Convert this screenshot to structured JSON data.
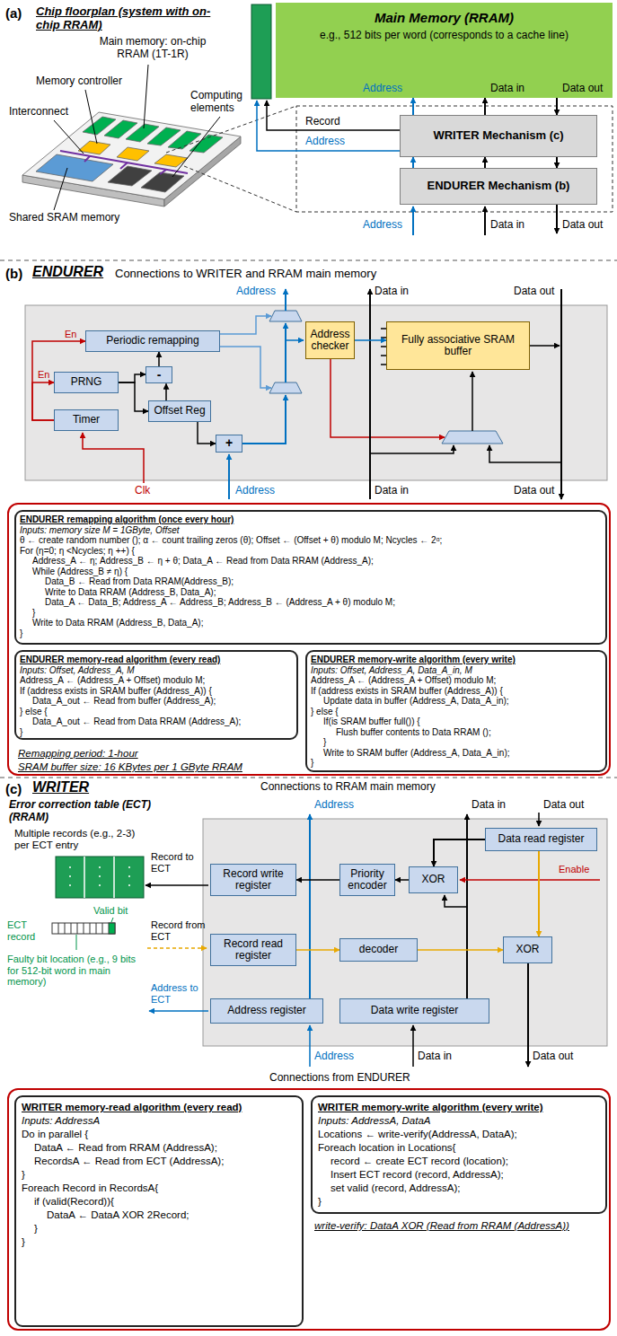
{
  "diagram": {
    "nodes": [
      {
        "text": [
          "Main Memory (RRAM)",
          "e.g., 512 bits per word (corresponds to a cache line)"
        ]
      },
      {
        "text": [
          "WRITER Mechanism (c)"
        ]
      },
      {
        "text": [
          "ENDURER Mechanism (b)"
        ]
      },
      {
        "text": [
          "Periodic remapping"
        ]
      },
      {
        "text": [
          "PRNG"
        ]
      },
      {
        "text": [
          "Timer"
        ]
      },
      {
        "text": [
          "-"
        ]
      },
      {
        "text": [
          "Offset Reg"
        ]
      },
      {
        "text": [
          "+"
        ]
      },
      {
        "text": [
          "Address checker"
        ]
      },
      {
        "text": [
          "Fully associative SRAM buffer"
        ]
      },
      {
        "text": [
          "Remapping period: 1-hour",
          "SRAM buffer size: 16 KBytes per 1 GByte RRAM"
        ]
      },
      {
        "text": [
          "ENDURER remapping algorithm (once every hour)",
          "Inputs: memory size M = 1GByte, Offset",
          "θ ← create random number (); α ← count trailing zeros (θ); Offset ← (Offset + θ) modulo M; Ncycles ← 2ᵅ;",
          "For (η=0; η <Ncycles; η ++) {",
          "Address_A ← η; Address_B ← η + θ; Data_A ← Read from Data RRAM (Address_A);",
          "While (Address_B ≠ η) {",
          "Data_B ← Read from Data RRAM(Address_B);",
          "Write to Data RRAM (Address_B, Data_A);",
          "Data_A ← Data_B; Address_A ← Address_B; Address_B ← (Address_A + θ) modulo M;",
          "}",
          "Write to Data RRAM (Address_B, Data_A);",
          "}"
        ],
        "in": 11
      },
      {
        "text": [
          "ENDURER memory-read algorithm (every read)",
          "Inputs: Offset, Address_A, M",
          "Address_A ← (Address_A + Offset) modulo M;",
          "If (address exists in SRAM buffer (Address_A)) {",
          "Data_A_out ← Read from buffer (Address_A);",
          "} else {",
          "Data_A_out ← Read from Data RRAM (Address_A);",
          "}"
        ],
        "in": 11
      },
      {
        "text": [
          "ENDURER memory-write algorithm (every write)",
          "Inputs: Offset, Address_A, Data_A_in, M",
          "Address_A ← (Address_A + Offset) modulo M;",
          "If (address exists in SRAM buffer (Address_A)) {",
          "Update data in buffer (Address_A, Data_A_in);",
          "} else {",
          "If(is SRAM buffer full()) {",
          "Flush buffer contents to Data RRAM ();",
          "}",
          "Write to SRAM buffer (Address_A, Data_A_in);",
          "}"
        ],
        "in": 11
      },
      {
        "text": [
          "Data read register"
        ]
      },
      {
        "text": [
          "Record write register"
        ]
      },
      {
        "text": [
          "Priority encoder"
        ]
      },
      {
        "text": [
          "XOR"
        ]
      },
      {
        "text": [
          "Record read register"
        ]
      },
      {
        "text": [
          "decoder"
        ]
      },
      {
        "text": [
          "XOR"
        ]
      },
      {
        "text": [
          "Address register"
        ]
      },
      {
        "text": [
          "Data write register"
        ]
      },
      {
        "text": [
          "write-verify: DataA XOR (Read from RRAM (AddressA))"
        ]
      },
      {
        "text": [
          "WRITER memory-read algorithm (every read)",
          "Inputs: AddressA",
          "Do in parallel {",
          "DataA ← Read from RRAM (AddressA);",
          "RecordsA ← Read from ECT (AddressA);",
          "}",
          "Foreach Record in RecordsA{",
          "if (valid(Record)){",
          "DataA ← DataA XOR 2Record;",
          "}",
          "}"
        ],
        "in": 24
      },
      {
        "text": [
          "WRITER memory-write algorithm (every write)",
          "Inputs: AddressA, DataA",
          "Locations ← write-verify(AddressA, DataA);",
          "Foreach location in Locations{",
          "record ← create ECT record (location);",
          "Insert ECT record (record, AddressA);",
          "set valid (record, AddressA);",
          "}"
        ],
        "in": 24
      }
    ],
    "edges": [
      {
        "from": 1,
        "to": 0,
        "arrow": "to"
      },
      {
        "from": 1,
        "to": 0,
        "arrow": "to"
      },
      {
        "from": 0,
        "to": 1,
        "arrow": "to"
      },
      {
        "from": 2,
        "to": 1,
        "arrow": "to"
      },
      {
        "from": 2,
        "to": 1,
        "arrow": "to"
      },
      {
        "from": 1,
        "to": 2,
        "arrow": "to"
      },
      {
        "from": 5,
        "to": 4,
        "arrow": "to"
      },
      {
        "from": 5,
        "to": 3,
        "arrow": "to"
      },
      {
        "from": 4,
        "to": 6,
        "arrow": "to"
      },
      {
        "from": 4,
        "to": 7,
        "arrow": "to"
      },
      {
        "from": 7,
        "to": 6,
        "arrow": "to"
      },
      {
        "from": 6,
        "to": 3,
        "arrow": "to"
      },
      {
        "from": 7,
        "to": 8,
        "arrow": "to"
      },
      {
        "from": 9,
        "to": 10,
        "arrow": "to"
      },
      {
        "from": 15,
        "to": 18,
        "arrow": "to"
      },
      {
        "from": 18,
        "to": 17,
        "arrow": "to"
      },
      {
        "from": 17,
        "to": 16,
        "arrow": "to"
      },
      {
        "from": 19,
        "to": 20,
        "arrow": "to"
      },
      {
        "from": 20,
        "to": 21,
        "arrow": "to"
      },
      {
        "from": 15,
        "to": 21,
        "arrow": "to"
      }
    ],
    "labels": [
      "(a)",
      "Chip floorplan (system with on-chip RRAM)",
      "Main memory: on-chip RRAM (1T-1R)",
      "Memory controller",
      "Interconnect",
      "Computing elements",
      "Shared SRAM memory",
      "Address",
      "Data in",
      "Data out",
      "Record",
      "Address",
      "Address",
      "Data in",
      "Data out",
      "(b)",
      "ENDURER",
      "Connections to WRITER and RRAM main memory",
      "Address",
      "Data in",
      "Data out",
      "En",
      "En",
      "Clk",
      "Address",
      "Data in",
      "Data out",
      "(c)",
      "WRITER",
      "Error correction table (ECT) (RRAM)",
      "Multiple records (e.g., 2-3) per ECT entry",
      "Record to ECT",
      "ECT record",
      "Valid bit",
      "Record from ECT",
      "Faulty bit location (e.g., 9 bits for 512-bit word in main memory)",
      "Address to ECT",
      "Connections to RRAM main memory",
      "Address",
      "Data in",
      "Data out",
      "Enable",
      "Address",
      "Data in",
      "Data out",
      "Connections from ENDURER"
    ]
  }
}
